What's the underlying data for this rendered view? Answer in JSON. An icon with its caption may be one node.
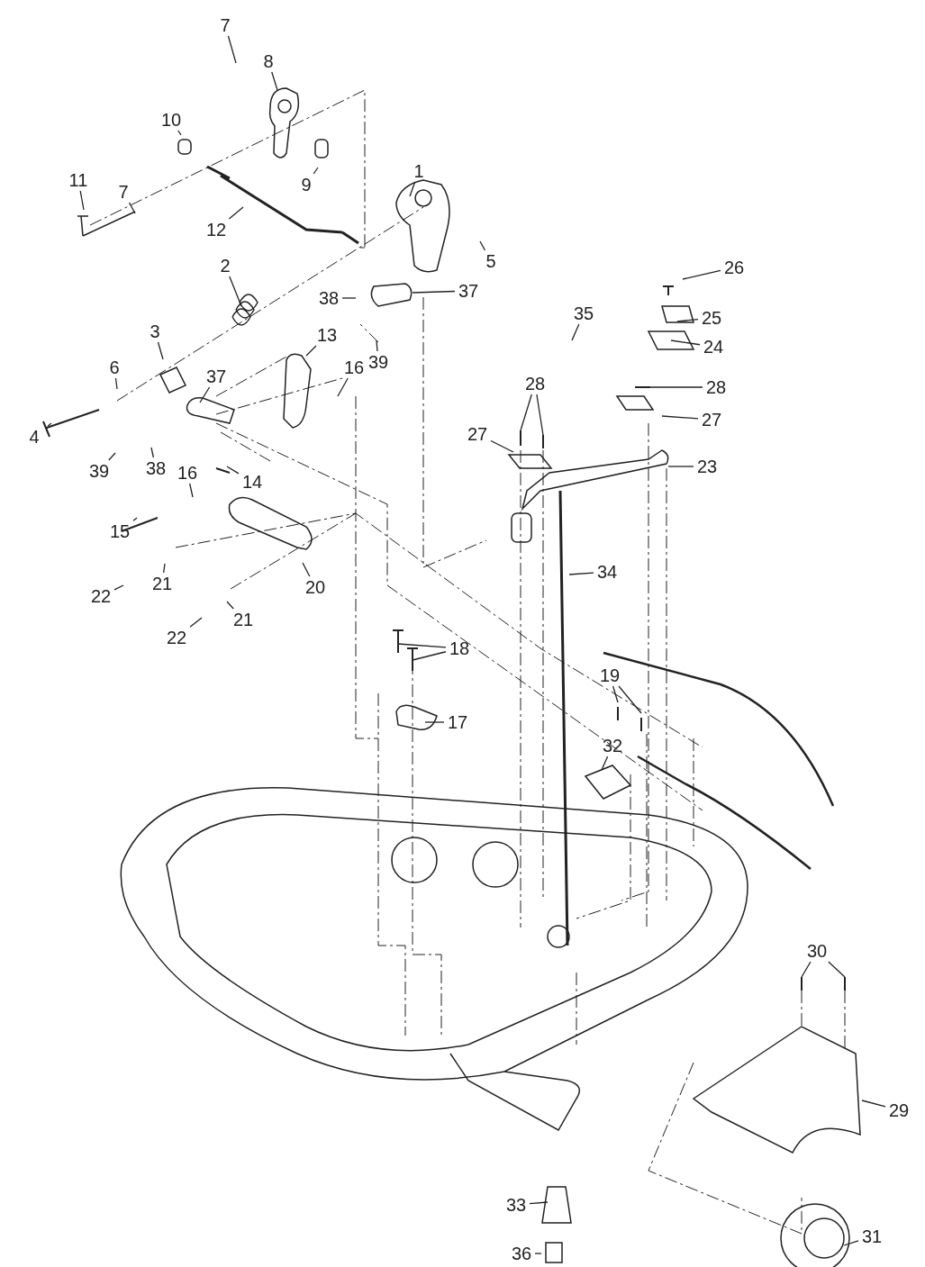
{
  "diagram": {
    "nodes": [
      {
        "text": [
          "7"
        ]
      },
      {
        "text": [
          "8"
        ]
      },
      {
        "text": [
          "10"
        ]
      },
      {
        "text": [
          "7"
        ]
      },
      {
        "text": [
          "11"
        ]
      },
      {
        "text": [
          "1"
        ]
      },
      {
        "text": [
          "9"
        ]
      },
      {
        "text": [
          "12"
        ]
      },
      {
        "text": [
          "5"
        ]
      },
      {
        "text": [
          "26"
        ]
      },
      {
        "text": [
          "2"
        ]
      },
      {
        "text": [
          "37"
        ]
      },
      {
        "text": [
          "38"
        ]
      },
      {
        "text": [
          "35"
        ]
      },
      {
        "text": [
          "25"
        ]
      },
      {
        "text": [
          "3"
        ]
      },
      {
        "text": [
          "13"
        ]
      },
      {
        "text": [
          "24"
        ]
      },
      {
        "text": [
          "39"
        ]
      },
      {
        "text": [
          "6"
        ]
      },
      {
        "text": [
          "16"
        ]
      },
      {
        "text": [
          "37"
        ]
      },
      {
        "text": [
          "28"
        ]
      },
      {
        "text": [
          "28"
        ]
      },
      {
        "text": [
          "27"
        ]
      },
      {
        "text": [
          "27"
        ]
      },
      {
        "text": [
          "4"
        ]
      },
      {
        "text": [
          "23"
        ]
      },
      {
        "text": [
          "38"
        ]
      },
      {
        "text": [
          "39"
        ]
      },
      {
        "text": [
          "16"
        ]
      },
      {
        "text": [
          "14"
        ]
      },
      {
        "text": [
          "15"
        ]
      },
      {
        "text": [
          "34"
        ]
      },
      {
        "text": [
          "21"
        ]
      },
      {
        "text": [
          "20"
        ]
      },
      {
        "text": [
          "22"
        ]
      },
      {
        "text": [
          "21"
        ]
      },
      {
        "text": [
          "22"
        ]
      },
      {
        "text": [
          "18"
        ]
      },
      {
        "text": [
          "19"
        ]
      },
      {
        "text": [
          "17"
        ]
      },
      {
        "text": [
          "32"
        ]
      },
      {
        "text": [
          "30"
        ]
      },
      {
        "text": [
          "29"
        ]
      },
      {
        "text": [
          "33"
        ]
      },
      {
        "text": [
          "31"
        ]
      },
      {
        "text": [
          "36"
        ]
      }
    ],
    "edges": [
      {
        "from": 0,
        "to": null,
        "arrow": "none"
      },
      {
        "from": 1,
        "to": null,
        "arrow": "none"
      },
      {
        "from": 2,
        "to": null,
        "arrow": "none"
      },
      {
        "from": 3,
        "to": null,
        "arrow": "none"
      },
      {
        "from": 4,
        "to": null,
        "arrow": "none"
      },
      {
        "from": 5,
        "to": null,
        "arrow": "none"
      },
      {
        "from": 6,
        "to": null,
        "arrow": "none"
      },
      {
        "from": 7,
        "to": null,
        "arrow": "none"
      },
      {
        "from": 8,
        "to": null,
        "arrow": "none"
      },
      {
        "from": 9,
        "to": null,
        "arrow": "none"
      },
      {
        "from": 10,
        "to": null,
        "arrow": "none"
      },
      {
        "from": 11,
        "to": null,
        "arrow": "none"
      },
      {
        "from": 12,
        "to": null,
        "arrow": "none"
      },
      {
        "from": 13,
        "to": null,
        "arrow": "none"
      },
      {
        "from": 14,
        "to": null,
        "arrow": "none"
      },
      {
        "from": 15,
        "to": null,
        "arrow": "none"
      },
      {
        "from": 16,
        "to": null,
        "arrow": "none"
      },
      {
        "from": 17,
        "to": null,
        "arrow": "none"
      },
      {
        "from": 18,
        "to": null,
        "arrow": "none"
      },
      {
        "from": 19,
        "to": null,
        "arrow": "none"
      },
      {
        "from": 20,
        "to": null,
        "arrow": "none"
      },
      {
        "from": 21,
        "to": null,
        "arrow": "none"
      },
      {
        "from": 22,
        "to": null,
        "arrow": "none"
      },
      {
        "from": 22,
        "to": null,
        "arrow": "none"
      },
      {
        "from": 23,
        "to": null,
        "arrow": "none"
      },
      {
        "from": 24,
        "to": null,
        "arrow": "none"
      },
      {
        "from": 25,
        "to": null,
        "arrow": "none"
      },
      {
        "from": 26,
        "to": null,
        "arrow": "none"
      },
      {
        "from": 27,
        "to": null,
        "arrow": "none"
      },
      {
        "from": 28,
        "to": null,
        "arrow": "none"
      },
      {
        "from": 29,
        "to": null,
        "arrow": "none"
      },
      {
        "from": 30,
        "to": null,
        "arrow": "none"
      },
      {
        "from": 31,
        "to": null,
        "arrow": "none"
      },
      {
        "from": 32,
        "to": null,
        "arrow": "none"
      },
      {
        "from": 33,
        "to": null,
        "arrow": "none"
      },
      {
        "from": 34,
        "to": null,
        "arrow": "none"
      },
      {
        "from": 35,
        "to": null,
        "arrow": "none"
      },
      {
        "from": 36,
        "to": null,
        "arrow": "none"
      },
      {
        "from": 37,
        "to": null,
        "arrow": "none"
      },
      {
        "from": 38,
        "to": null,
        "arrow": "none"
      },
      {
        "from": 39,
        "to": null,
        "arrow": "none"
      },
      {
        "from": 39,
        "to": null,
        "arrow": "none"
      },
      {
        "from": 40,
        "to": null,
        "arrow": "none"
      },
      {
        "from": 40,
        "to": null,
        "arrow": "none"
      },
      {
        "from": 41,
        "to": null,
        "arrow": "none"
      },
      {
        "from": 42,
        "to": null,
        "arrow": "none"
      },
      {
        "from": 43,
        "to": null,
        "arrow": "none"
      },
      {
        "from": 43,
        "to": null,
        "arrow": "none"
      },
      {
        "from": 44,
        "to": null,
        "arrow": "none"
      },
      {
        "from": 45,
        "to": null,
        "arrow": "none"
      },
      {
        "from": 46,
        "to": null,
        "arrow": "none"
      },
      {
        "from": 47,
        "to": null,
        "arrow": "none"
      }
    ]
  }
}
